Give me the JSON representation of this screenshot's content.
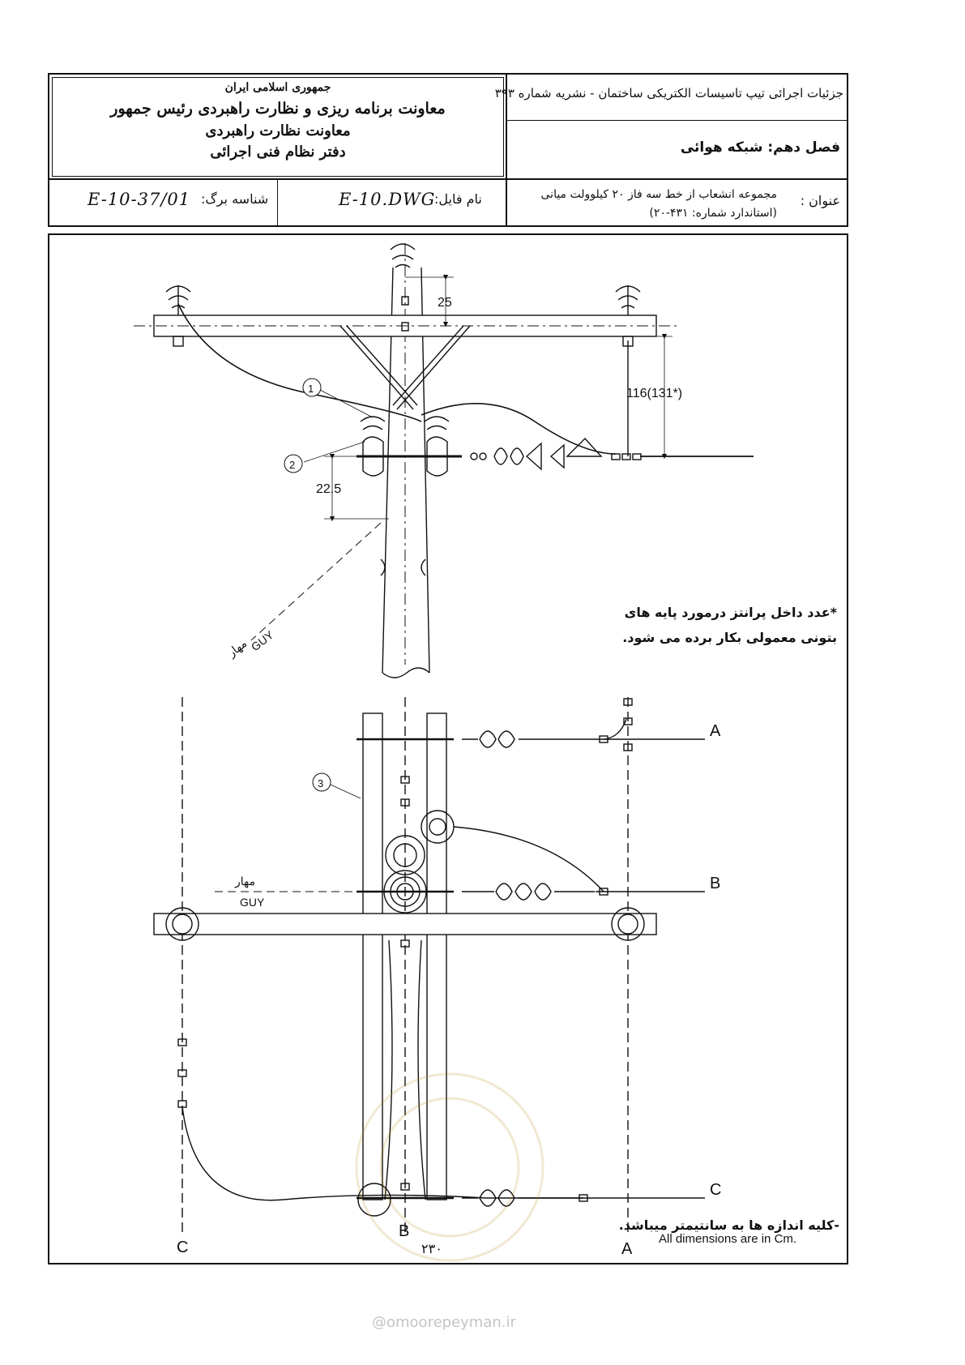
{
  "header": {
    "org_lines": [
      "جمهوری اسلامی ایران",
      "معاونت برنامه ریزی و نظارت راهبردی رئیس جمهور",
      "معاونت نظارت راهبردی",
      "دفتر نظام فنی اجرائی"
    ],
    "publication_title": "جزئیات اجرائی تیپ تاسیسات الکتریکی ساختمان - نشریه شماره ۳۹۳",
    "chapter": "فصل دهم: شبکه هوائی",
    "sheet_id_label": "شناسه برگ:",
    "sheet_id_value": "E-10-37/01",
    "file_name_label": "نام فایل:",
    "file_name_value": "E-10.DWG",
    "title_label": "عنوان :",
    "title_line1": "مجموعه انشعاب از خط سه فاز ۲۰ کیلوولت میانی",
    "title_line2": "(استاندارد شماره: ۴۳۱-۲۰)"
  },
  "drawing": {
    "dim_top": "25",
    "dim_side": "116(131*)",
    "dim_mid": "22.5",
    "callouts": [
      "1",
      "2",
      "3"
    ],
    "guy_label": "GUY",
    "guy_fa": "مهار",
    "phase_labels": {
      "a": "A",
      "b": "B",
      "c": "C"
    },
    "note_star_line1": "*عدد داخل پرانتز درمورد پایه های",
    "note_star_line2": "بتونی معمولی بکار برده می شود.",
    "note_units_fa": "-کلیه اندازه ها به سانتیمتر میباشد.",
    "note_units_en": "All dimensions are in Cm.",
    "page_number": "۲۳۰"
  },
  "footer": {
    "watermark": "@omoorepeyman.ir"
  }
}
